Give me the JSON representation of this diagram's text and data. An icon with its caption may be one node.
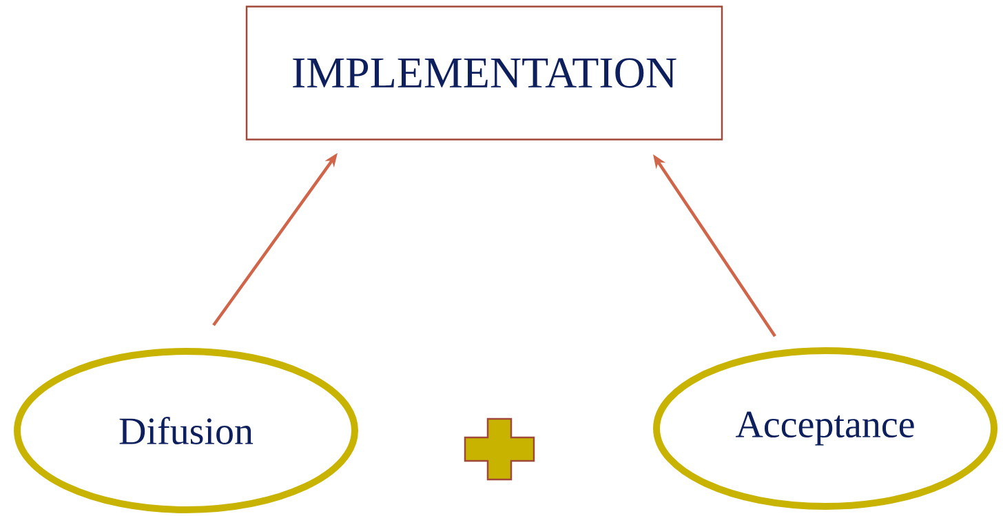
{
  "diagram": {
    "nodes": [
      {
        "text": [
          "IMPLEMENTATION"
        ]
      },
      {
        "text": [
          "Difusion"
        ]
      },
      {
        "text": [
          "Acceptance"
        ]
      },
      {
        "text": [],
        "shape": "plus"
      }
    ],
    "edges": [
      {
        "from": 1,
        "to": 0,
        "arrow": "to"
      },
      {
        "from": 2,
        "to": 0,
        "arrow": "to"
      }
    ]
  }
}
